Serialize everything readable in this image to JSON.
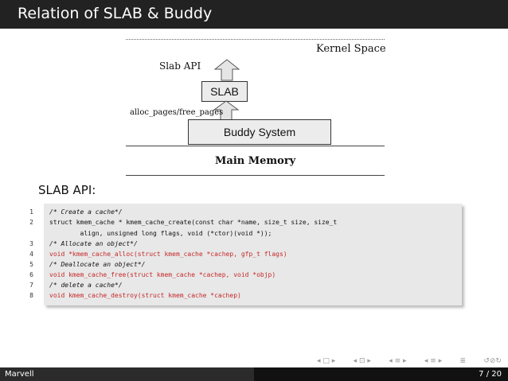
{
  "slide": {
    "title": "Relation of SLAB & Buddy"
  },
  "diagram": {
    "kernel_space": "Kernel Space",
    "slab_api": "Slab API",
    "slab_box": "SLAB",
    "alloc_label": "alloc_pages/free_pages",
    "buddy_box": "Buddy System",
    "main_memory": "Main Memory"
  },
  "section_label": "SLAB API:",
  "code": {
    "lines": [
      {
        "num": "1",
        "text": "/* Create a cache*/"
      },
      {
        "num": "2",
        "text": "struct kmem_cache * kmem_cache_create(const char *name, size_t size, size_t"
      },
      {
        "num": "",
        "text": "        align, unsigned long flags, void (*ctor)(void *));"
      },
      {
        "num": "3",
        "text": "/* Allocate an object*/"
      },
      {
        "num": "4",
        "text": "void *kmem_cache_alloc(struct kmem_cache *cachep, gfp_t flags)"
      },
      {
        "num": "5",
        "text": "/* Deallocate an object*/"
      },
      {
        "num": "6",
        "text": "void kmem_cache_free(struct kmem_cache *cachep, void *objp)"
      },
      {
        "num": "7",
        "text": "/* delete a cache*/"
      },
      {
        "num": "8",
        "text": "void kmem_cache_destroy(struct kmem_cache *cachep)"
      }
    ]
  },
  "footer": {
    "author": "Marvell",
    "page": "7 / 20"
  },
  "colors": {
    "titlebar": "#222222",
    "keyword": "#c62828",
    "codebg": "#e8e8e8"
  },
  "nav_icons": [
    "nav-prev-frame-icon",
    "nav-next-frame-icon",
    "nav-prev-subsection-icon",
    "nav-next-subsection-icon",
    "nav-prev-section-icon",
    "nav-next-section-icon",
    "nav-search-icon"
  ]
}
